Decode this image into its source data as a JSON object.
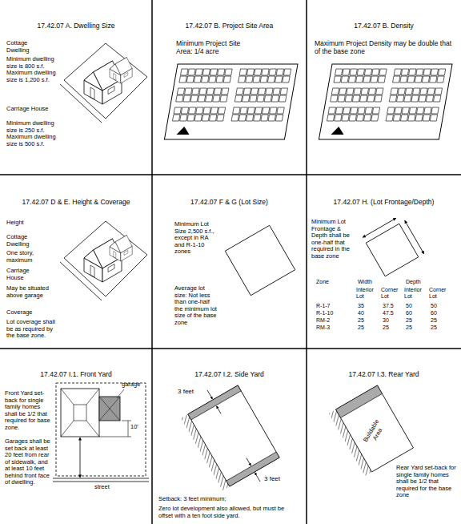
{
  "diagram": {
    "nodes": [
      {
        "text": [
          "17.42.07 A. Dwelling Size",
          "Cottage Dwelling",
          "Minimum dwelling size is 800 s.f. Maximum dwelling size is 1,200 s.f.",
          "Carriage House",
          "Minimum dwelling size is 250 s.f. Maximum dwelling size is 500 s.f."
        ]
      },
      {
        "text": [
          "17.42.07 B. Project Site Area",
          "Minimum Project Site Area: 1/4 acre"
        ]
      },
      {
        "text": [
          "17.42.07 B. Density",
          "Maximum Project Density may be double that of the base zone"
        ]
      },
      {
        "text": [
          "17.42.07 D & E. Height & Coverage",
          "Height",
          "Cottage Dwelling",
          "One story, maximum",
          "Carriage House",
          "May be situated above garage",
          "Coverage",
          "Lot coverage shall be as required by the base zone."
        ]
      },
      {
        "text": [
          "17.42.07 F & G (Lot Size)",
          "Minimum Lot Size 2,500 s.f., except in RA and R-1-10 zones",
          "Average lot size: Not less than one-half the minimum lot size of the base zone"
        ]
      },
      {
        "text": [
          "17.42.07 H. (Lot Frontage/Depth)",
          "Minimum Lot Frontage & Depth shall be one-half that required in the base zone"
        ]
      },
      {
        "text": [
          "17.42.07 I.1. Front Yard",
          "Front Yard set-back for single family homes shall be 1/2 that required for base zone.",
          "Garages shall be set back at least 20 feet from rear of sidewalk, and at least 10 feet behind front face of dwelling."
        ]
      },
      {
        "text": [
          "17.42.07 I.2. Side Yard",
          "Setback: 3 feet minimum;",
          "Zero lot development also allowed, but must be offset with a ten foot side yard."
        ]
      },
      {
        "text": [
          "17.42.07 I.3. Rear Yard",
          "Rear Yard set-back for single family homes shall be 1/2 that required for the base zone"
        ]
      }
    ],
    "labels": [
      "Zone",
      "Width",
      "Depth",
      "Interior Lot",
      "Corner Lot",
      "Interior Lot",
      "Corner Lot",
      "R-1-7",
      "35",
      "37.5",
      "50",
      "50",
      "R-1-10",
      "40",
      "47.5",
      "60",
      "60",
      "RM-2",
      "25",
      "30",
      "25",
      "25",
      "RM-3",
      "25",
      "25",
      "25",
      "25",
      "garage",
      "10'",
      "street",
      "3 feet",
      "3 feet",
      "Buildable Area"
    ]
  }
}
